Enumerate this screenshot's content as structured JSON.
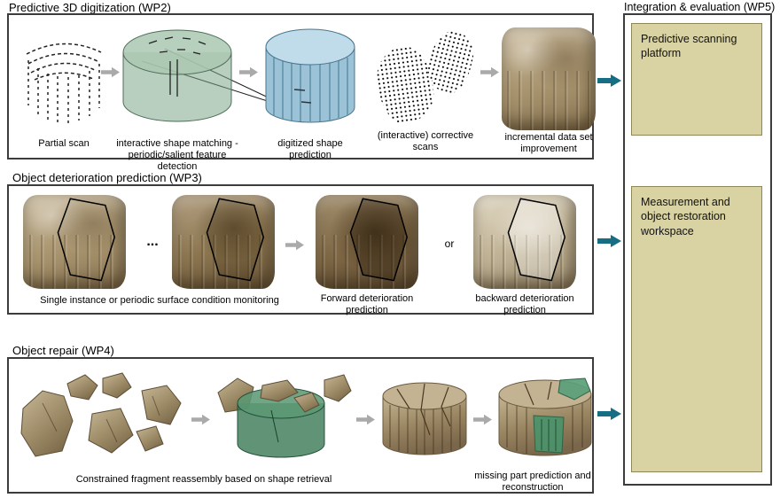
{
  "colors": {
    "accent_teal": "#176e84",
    "panel_tan": "#d9d2a2",
    "box_border": "#3c3c3c",
    "flow_arrow_gray": "#aaaaaa"
  },
  "wp2": {
    "title": "Predictive 3D digitization (WP2)",
    "captions": [
      "Partial scan",
      "interactive shape matching - periodic/salient feature detection",
      "digitized shape prediction",
      "(interactive) corrective scans",
      "incremental data set improvement"
    ]
  },
  "wp3": {
    "title": "Object deterioration prediction (WP3)",
    "ellipsis": "...",
    "or_label": "or",
    "caption_monitoring": "Single instance or periodic surface condition monitoring",
    "caption_forward": "Forward deterioration prediction",
    "caption_backward": "backward deterioration prediction"
  },
  "wp4": {
    "title": "Object repair (WP4)",
    "caption_reassembly": "Constrained fragment reassembly based on shape retrieval",
    "caption_missing": "missing part prediction and reconstruction"
  },
  "wp5": {
    "title": "Integration & evaluation (WP5)",
    "box_platform": "Predictive scanning platform",
    "box_workspace": "Measurement and object restoration workspace"
  }
}
